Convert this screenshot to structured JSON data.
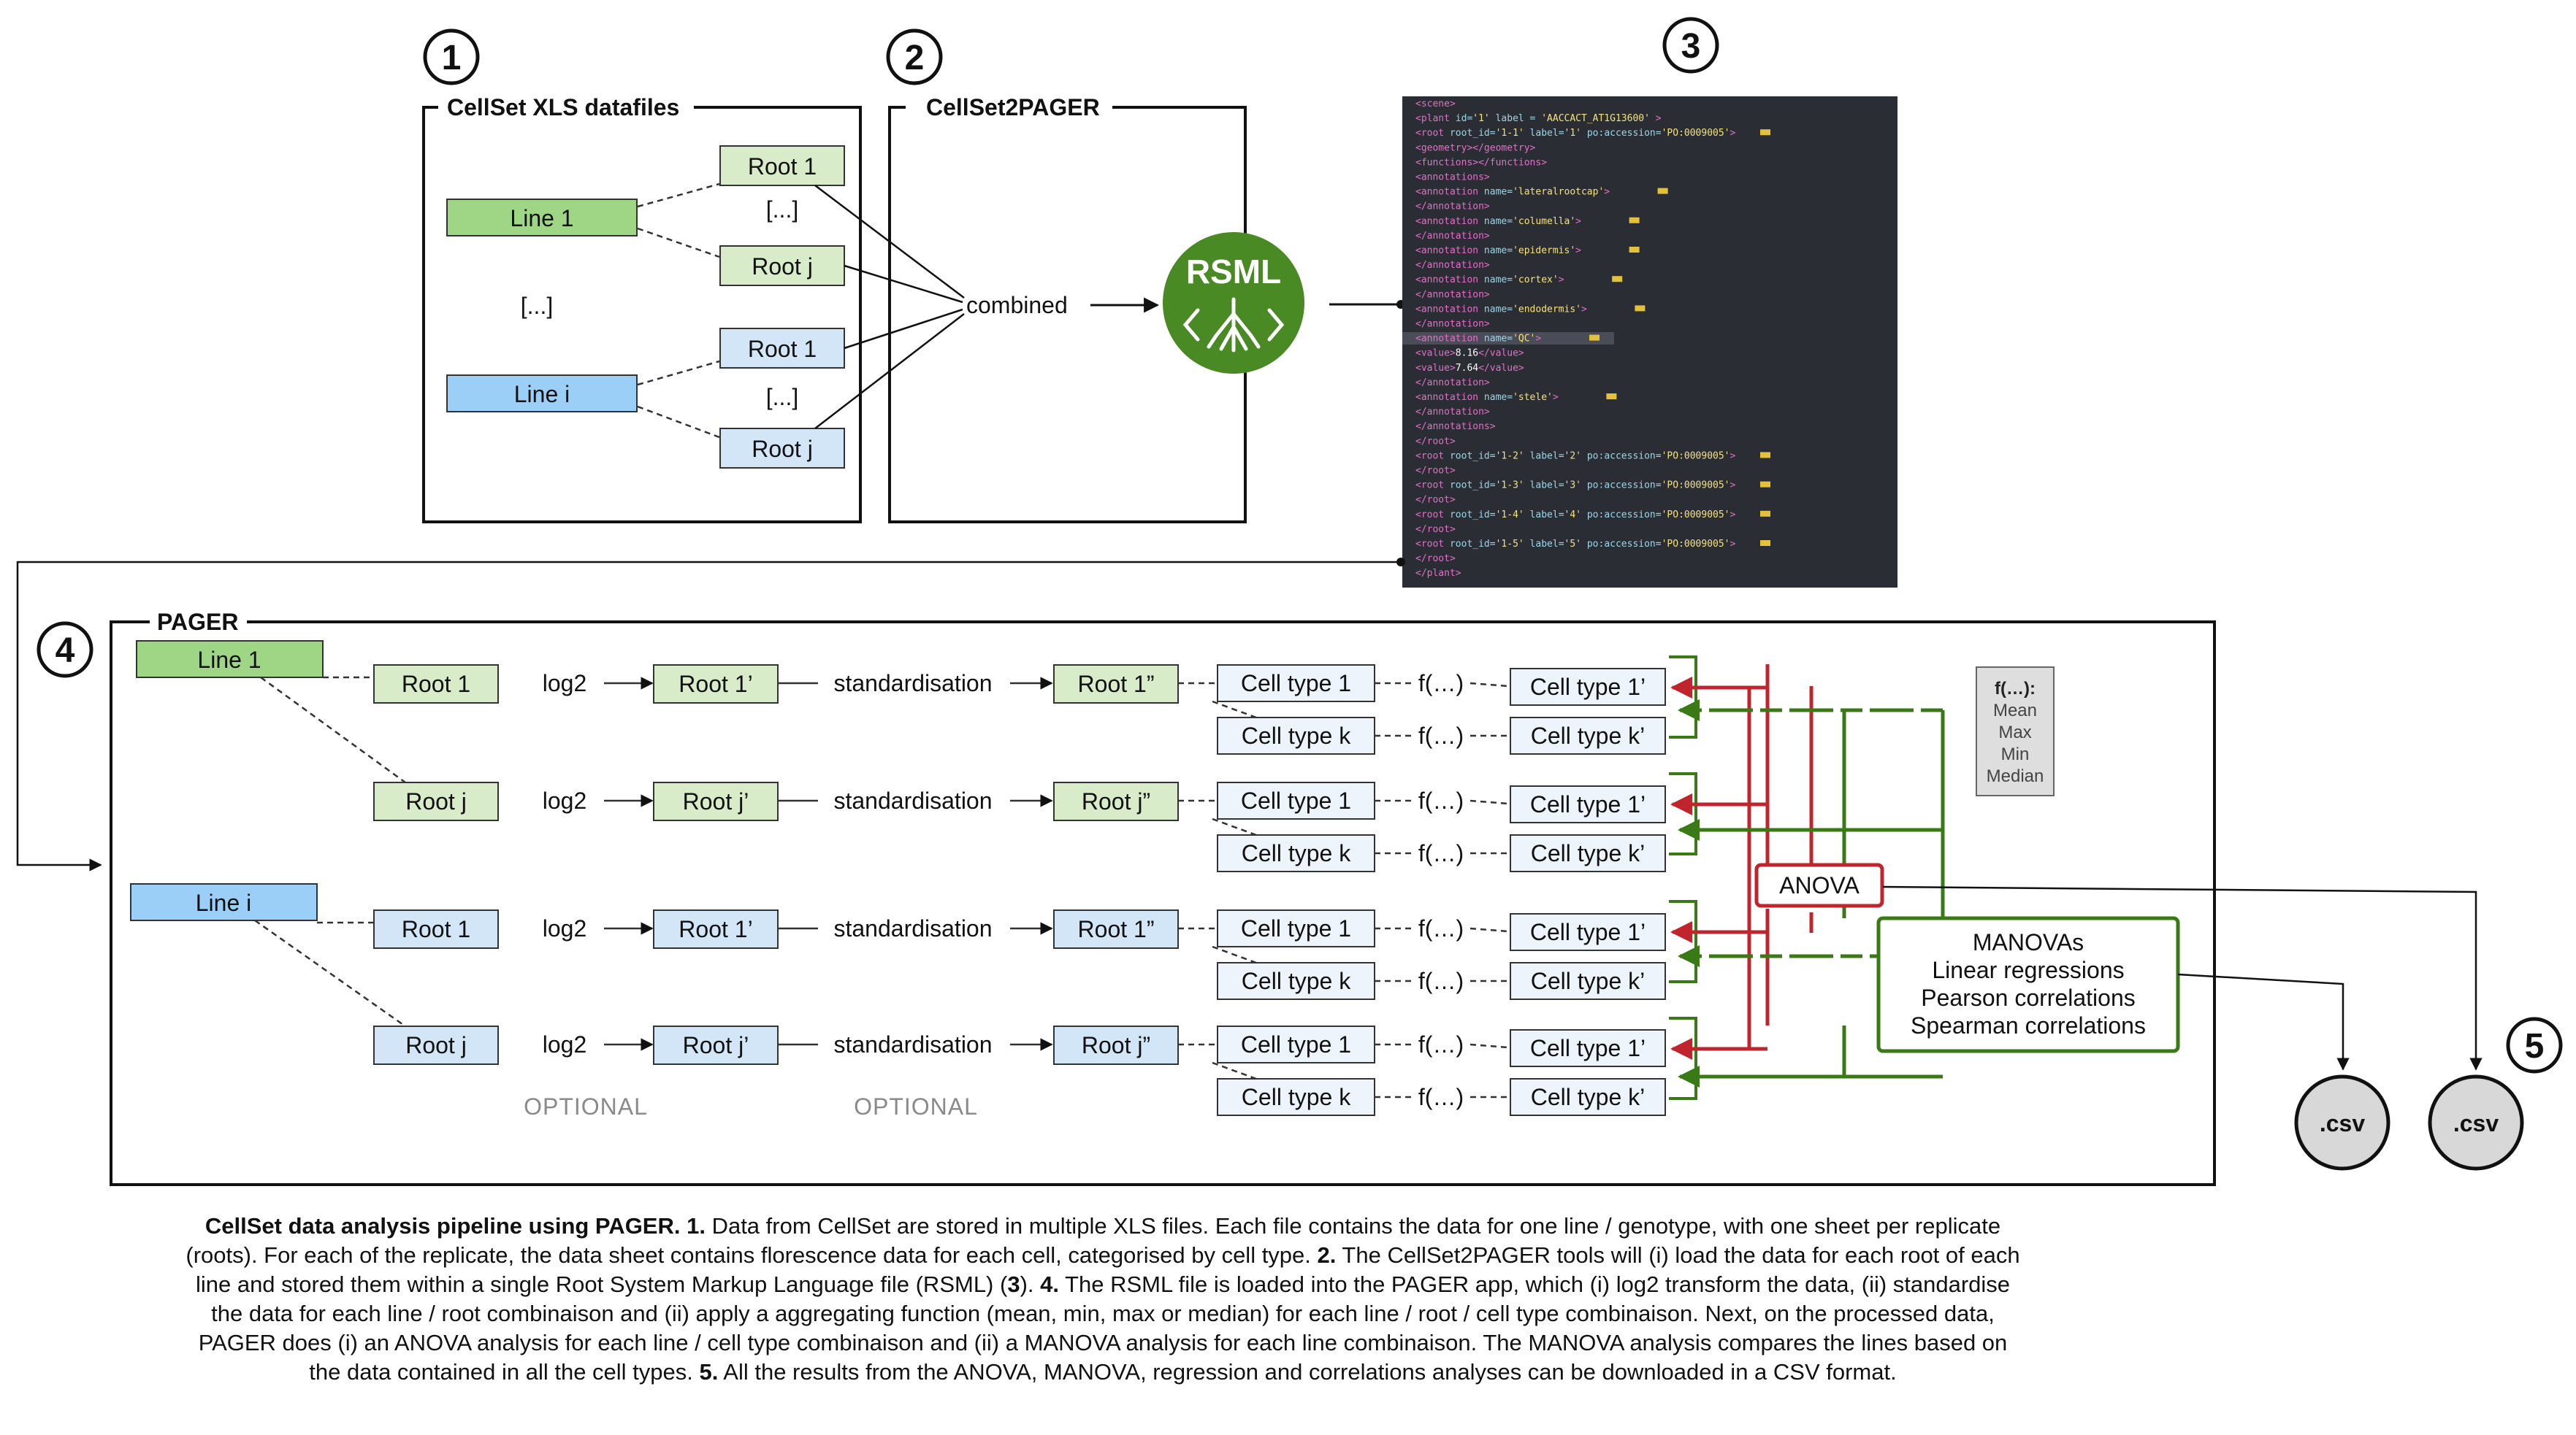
{
  "steps": [
    "1",
    "2",
    "3",
    "4",
    "5"
  ],
  "panel1": {
    "title": "CellSet XLS datafiles",
    "line1": "Line 1",
    "linei": "Line i",
    "root1": "Root 1",
    "rootj": "Root j",
    "ellipsis": "[...]"
  },
  "panel2": {
    "title": "CellSet2PAGER",
    "combined": "combined",
    "rsml": "RSML"
  },
  "rsml_code": [
    "<scene>",
    "  <plant id='1' label = 'AACCACT_AT1G13600' >",
    "    <root root_id='1-1' label='1' po:accession='PO:0009005'>",
    "      <geometry></geometry>",
    "      <functions></functions>",
    "      <annotations>",
    "        <annotation name='lateralrootcap'>",
    "        </annotation>",
    "        <annotation name='columella'>",
    "        </annotation>",
    "        <annotation name='epidermis'>",
    "        </annotation>",
    "        <annotation name='cortex'>",
    "        </annotation>",
    "        <annotation name='endodermis'>",
    "        </annotation>",
    "        <annotation name='QC'>",
    "          <value>8.16</value>",
    "          <value>7.64</value>",
    "        </annotation>",
    "        <annotation name='stele'>",
    "        </annotation>",
    "      </annotations>",
    "    </root>",
    "    <root root_id='1-2' label='2' po:accession='PO:0009005'>",
    "    </root>",
    "    <root root_id='1-3' label='3' po:accession='PO:0009005'>",
    "    </root>",
    "    <root root_id='1-4' label='4' po:accession='PO:0009005'>",
    "    </root>",
    "    <root root_id='1-5' label='5' po:accession='PO:0009005'>",
    "    </root>",
    "  </plant>"
  ],
  "pager": {
    "title": "PAGER",
    "line1": "Line 1",
    "linei": "Line i",
    "root1": "Root 1",
    "rootj": "Root j",
    "log2": "log2",
    "root1p": "Root 1’",
    "rootjp": "Root j’",
    "standardisation": "standardisation",
    "root1pp": "Root 1”",
    "rootjpp": "Root j”",
    "celltype1": "Cell type 1",
    "celltypek": "Cell type k",
    "f": "f(…)",
    "celltype1p": "Cell type 1’",
    "celltypekp": "Cell type k’",
    "optional": "OPTIONAL",
    "anova": "ANOVA",
    "manova_lines": [
      "MANOVAs",
      "Linear regressions",
      "Pearson correlations",
      "Spearman correlations"
    ],
    "f_legend_title": "f(…):",
    "f_legend_items": [
      "Mean",
      "Max",
      "Min",
      "Median"
    ]
  },
  "csv_label": ".csv",
  "colors": {
    "green_fill": "#d9ecc9",
    "green_dark_fill": "#9fd685",
    "blue_fill": "#d3e6f8",
    "blue_dark_fill": "#9ccff7",
    "rsml_green": "#4a8a24",
    "anova_red": "#c0242c",
    "manova_green": "#3a7a16",
    "code_bg": "#2b2d34"
  },
  "caption": [
    {
      "b": true,
      "t": "CellSet data analysis pipeline using PAGER. 1."
    },
    {
      "b": false,
      "t": " Data from CellSet are stored in multiple XLS files. Each file contains the data for one line / genotype, with one sheet per replicate (roots). For each of the replicate, the data sheet contains florescence data for each cell, categorised by cell type. "
    },
    {
      "b": true,
      "t": "2."
    },
    {
      "b": false,
      "t": " The CellSet2PAGER tools will (i) load the data for each root of each line and stored them within a single Root System Markup Language file (RSML) ("
    },
    {
      "b": true,
      "t": "3"
    },
    {
      "b": false,
      "t": "). "
    },
    {
      "b": true,
      "t": "4."
    },
    {
      "b": false,
      "t": " The RSML file is loaded into the PAGER app, which (i)  log2 transform the data, (ii) standardise the data for each line / root combinaison and (ii) apply a aggregating function (mean, min, max or median) for each line / root / cell type combinaison. Next, on the processed data, PAGER does (i) an ANOVA analysis for each line / cell type combinaison and (ii) a MANOVA analysis for each line combinaison. The MANOVA analysis compares the lines based on the data contained in all the cell types.  "
    },
    {
      "b": true,
      "t": "5."
    },
    {
      "b": false,
      "t": " All the results from the ANOVA, MANOVA, regression and correlations analyses can be downloaded in a CSV format."
    }
  ]
}
